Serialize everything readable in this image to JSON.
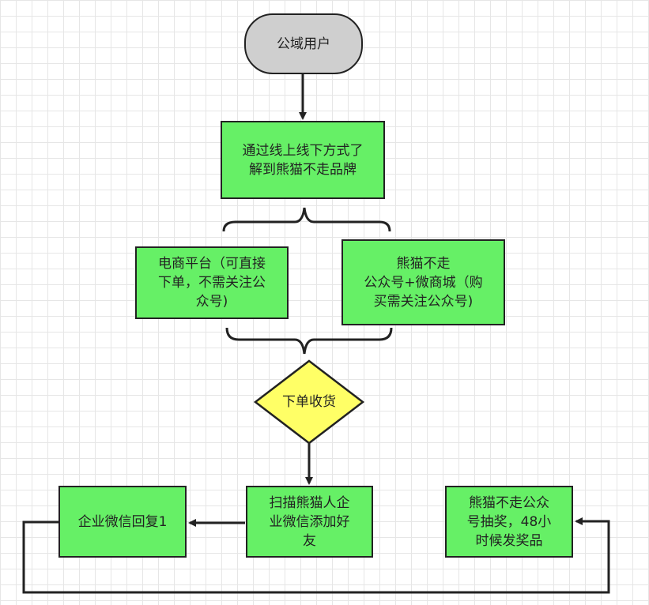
{
  "nodes": {
    "start": "公域用户",
    "learn": "通过线上线下方式了\n解到熊猫不走品牌",
    "ecommerce": "电商平台（可直接\n下单，不需关注公\n众号)",
    "wechat_mall": "熊猫不走\n公众号+微商城（购\n买需关注公众号)",
    "order": "下单收货",
    "scan": "扫描熊猫人企\n业微信添加好\n友",
    "reply": "企业微信回复1",
    "lottery": "熊猫不走公众\n号抽奖，48小\n时候发奖品"
  },
  "colors": {
    "process_fill": "#66f066",
    "terminal_fill": "#cfcfcf",
    "decision_fill": "#ffff66",
    "stroke": "#222222",
    "grid": "#e6e6e6"
  }
}
